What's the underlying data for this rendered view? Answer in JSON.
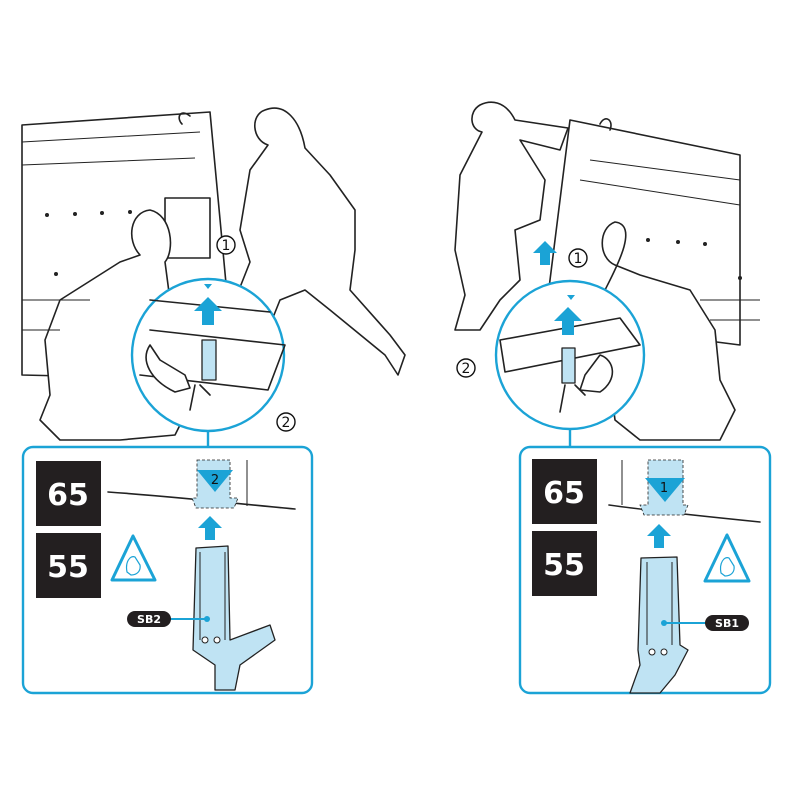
{
  "colors": {
    "accent": "#1ba3d6",
    "light_fill": "#bfe3f3",
    "label_bg": "#231f20"
  },
  "left_panel": {
    "step_labels": [
      "1",
      "2"
    ],
    "detail": {
      "sizes": [
        "65",
        "55"
      ],
      "part_tag": "SB2",
      "insert_order": "2",
      "warning_icon": "pinch-hazard-icon"
    }
  },
  "right_panel": {
    "step_labels": [
      "1",
      "2"
    ],
    "detail": {
      "sizes": [
        "65",
        "55"
      ],
      "part_tag": "SB1",
      "insert_order": "1",
      "warning_icon": "pinch-hazard-icon"
    }
  }
}
